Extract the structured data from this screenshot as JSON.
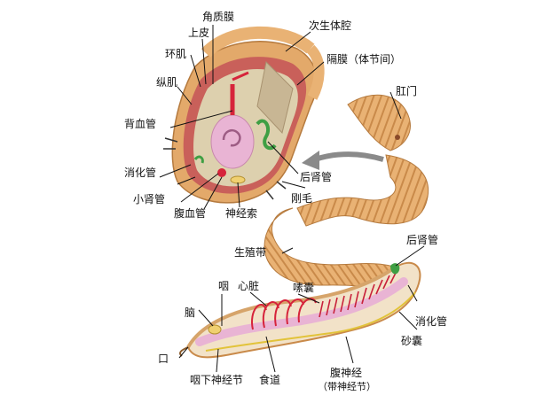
{
  "labels": {
    "cuticle": "角质膜",
    "epidermis": "上皮",
    "coelom": "次生体腔",
    "circular_muscle": "环肌",
    "septum": "隔膜（体节间）",
    "longitudinal_muscle": "纵肌",
    "anus": "肛门",
    "dorsal_vessel": "背血管",
    "digestive_tract_top": "消化管",
    "metanephridium_top": "后肾管",
    "small_nephridium": "小肾管",
    "setae": "刚毛",
    "ventral_vessel": "腹血管",
    "nerve_cord": "神经索",
    "clitellum": "生殖带",
    "metanephridium_right": "后肾管",
    "pharynx": "咽",
    "heart": "心脏",
    "seminal_vesicle": "嗉囊",
    "brain": "脑",
    "digestive_tract_right": "消化管",
    "gizzard": "砂囊",
    "mouth": "口",
    "subpharyngeal_ganglion": "咽下神经节",
    "esophagus": "食道",
    "ventral_nerve": "腹神经",
    "ventral_nerve_note": "（带神经节）"
  },
  "colors": {
    "body": "#e7b070",
    "body_dark": "#c98a4a",
    "muscle": "#c96a5a",
    "coelom": "#d8c9a8",
    "blood": "#d6243b",
    "gut": "#e9b4d4",
    "nephridium": "#3f9f44",
    "arrow": "#8a8a8a"
  }
}
